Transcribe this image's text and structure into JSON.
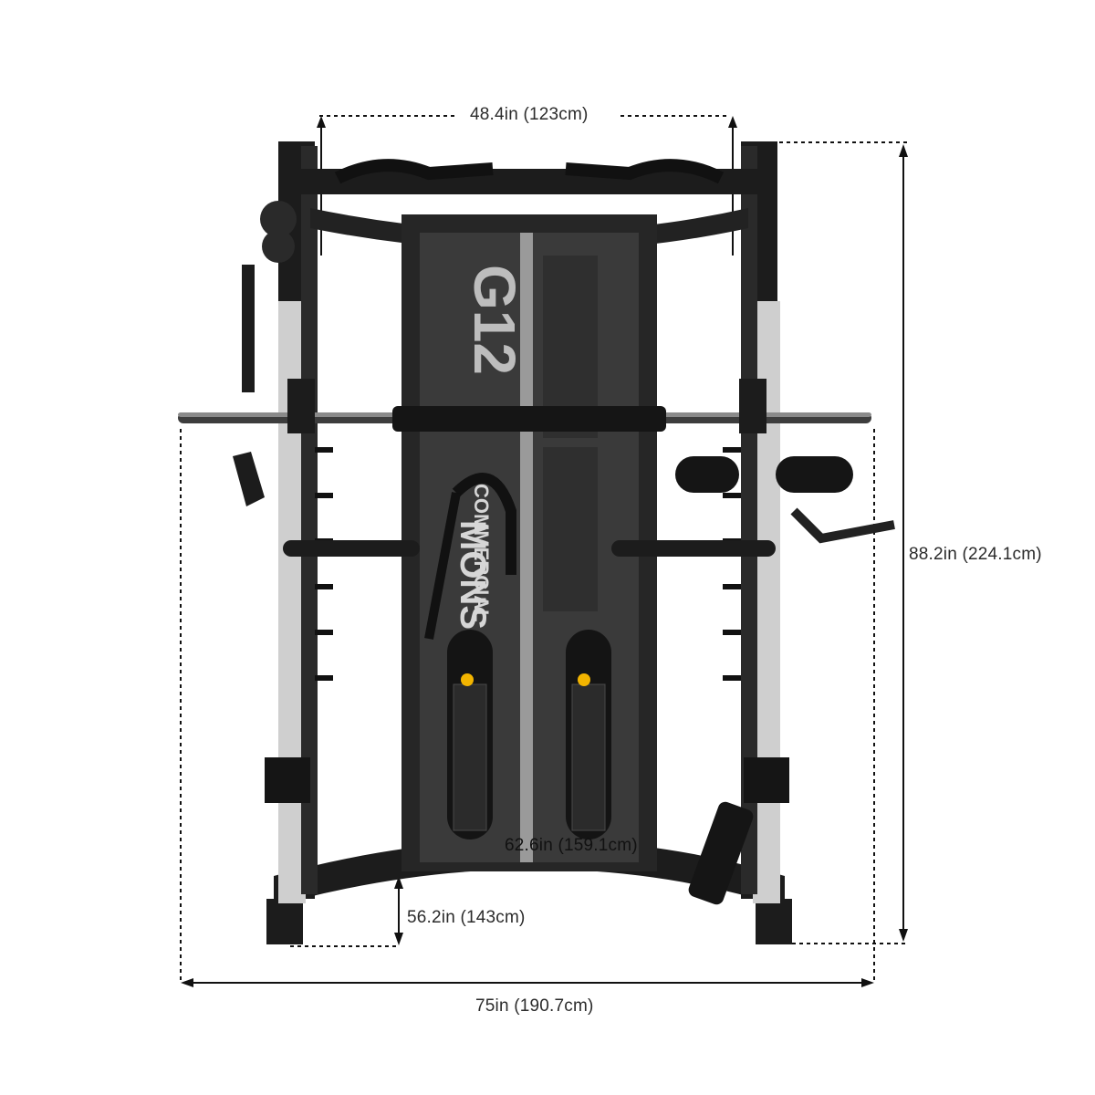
{
  "dimensions": {
    "top_width": "48.4in (123cm)",
    "height": "88.2in (224.1cm)",
    "inner_width": "62.6in (159.1cm)",
    "base_depth": "56.2in (143cm)",
    "overall_width": "75in (190.7cm)"
  },
  "machine_branding": {
    "model": "G12",
    "brand": "MONS",
    "subline": "COMMERCIAL"
  },
  "colors": {
    "frame": "#1c1c1c",
    "frame_shadow": "#111111",
    "chrome": "#c9c9c9",
    "panel": "#3a3a3a",
    "accent": "#f2b400",
    "dim_line": "#111111"
  }
}
